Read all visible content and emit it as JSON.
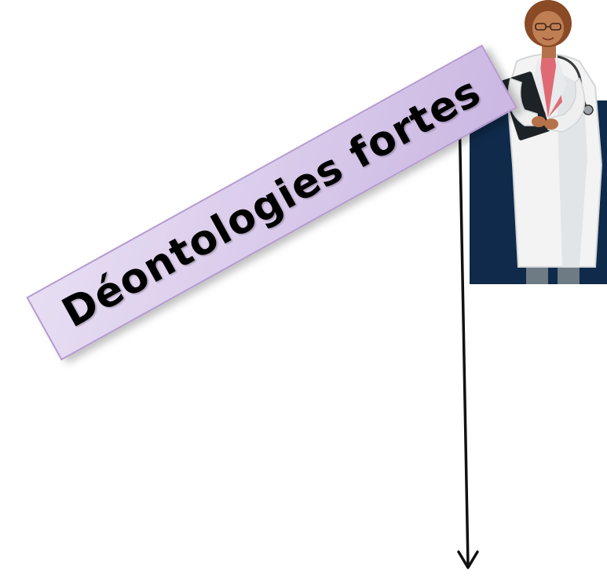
{
  "diagram": {
    "banner": {
      "label": "Déontologies fortes",
      "fill_color": "#d8c9ea",
      "border_color": "#b59ad0"
    },
    "illustration": {
      "icon": "doctor-illustration",
      "background_color": "#0f2a4a"
    },
    "arrow": {
      "direction": "down",
      "color": "#111111"
    }
  }
}
